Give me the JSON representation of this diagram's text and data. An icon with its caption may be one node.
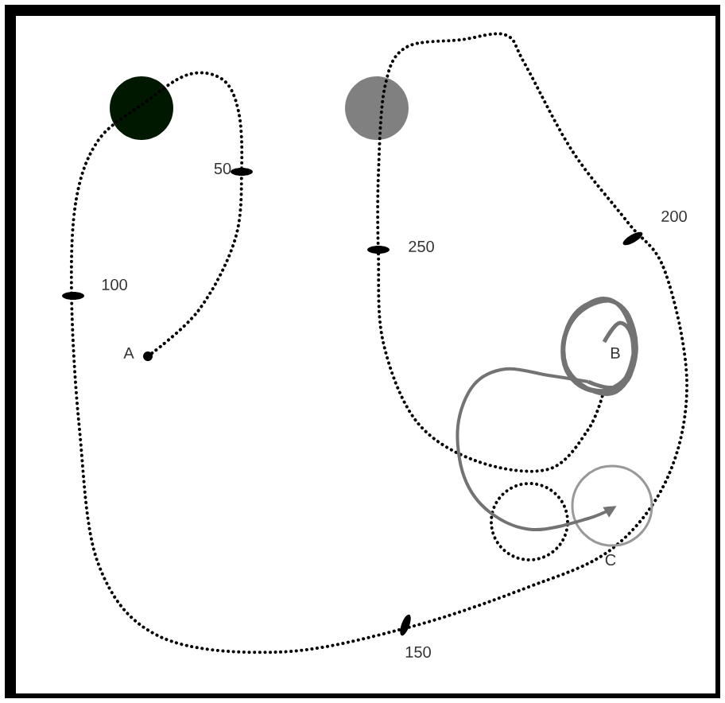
{
  "diagram": {
    "labels": [
      "50",
      "200",
      "250",
      "100",
      "A",
      "B",
      "C",
      "150"
    ]
  }
}
